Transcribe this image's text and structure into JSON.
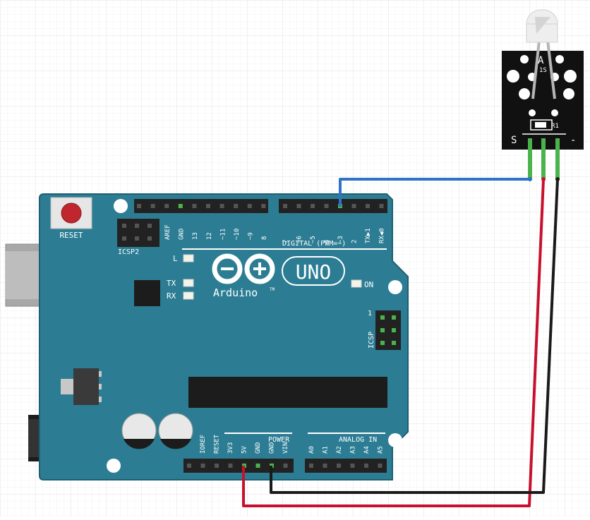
{
  "board": {
    "reset_label": "RESET",
    "icsp2_label": "ICSP2",
    "icsp_label": "ICSP",
    "icsp_pin1": "1",
    "digital_label": "DIGITAL (PWM=~)",
    "power_label": "POWER",
    "analog_label": "ANALOG IN",
    "led_l": "L",
    "led_tx": "TX",
    "led_rx": "RX",
    "led_on": "ON",
    "brand": "Arduino",
    "trademark": "TM",
    "model": "UNO",
    "digital_left_pins": [
      "AREF",
      "GND",
      "13",
      "12",
      "~11",
      "~10",
      "~9",
      "8"
    ],
    "digital_right_pins": [
      "7",
      "~6",
      "~5",
      "4",
      "~3",
      "2",
      "TX▶1",
      "RX◀0"
    ],
    "power_pins": [
      "IOREF",
      "RESET",
      "3V3",
      "5V",
      "GND",
      "GND",
      "VIN"
    ],
    "analog_pins": [
      "A0",
      "A1",
      "A2",
      "A3",
      "A4",
      "A5"
    ]
  },
  "module": {
    "pin_s": "S",
    "pin_minus": "-",
    "resistor_label": "R1",
    "led_label": "A",
    "led_sublabel": "1S"
  },
  "colors": {
    "board": "#2c7d94",
    "board_edge": "#1e6073",
    "module": "#111111",
    "wire_signal": "#2f73c9",
    "wire_vcc": "#c8102e",
    "wire_gnd": "#1a1a1a",
    "pin_lead": "#4cb34c",
    "grid": "#e6e6e6"
  }
}
